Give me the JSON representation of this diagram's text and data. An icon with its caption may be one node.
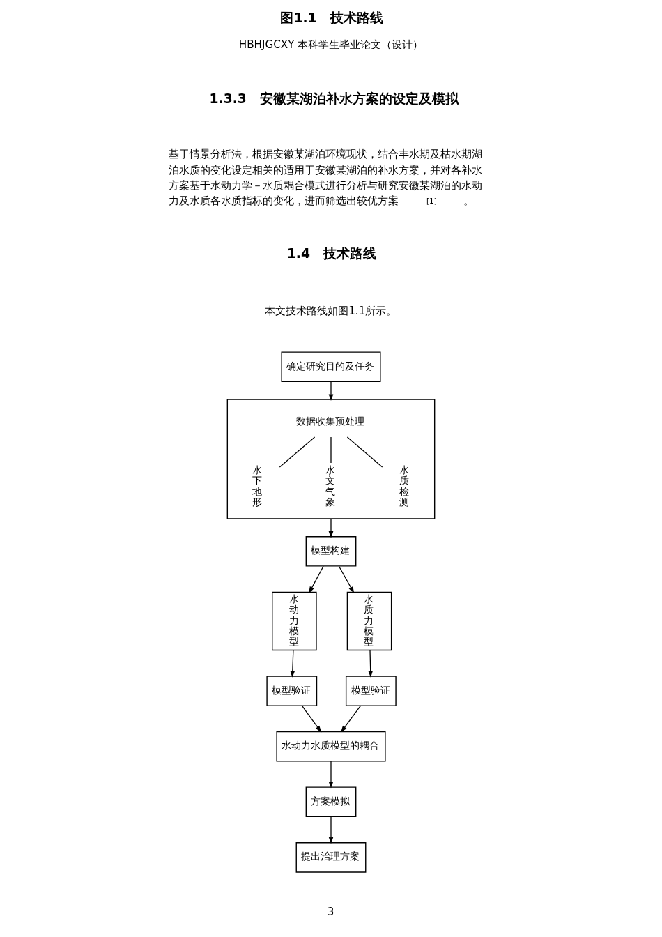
{
  "diagram": {
    "title": "图1.1　技术路线",
    "nodes": [
      {
        "text": [
          "确定研究目的及任务"
        ]
      },
      {
        "text": [],
        "shape": "box"
      },
      {
        "text": [
          "数据收集预处理"
        ],
        "in": 1
      },
      {
        "text": [
          "水下地形"
        ],
        "in": 1
      },
      {
        "text": [
          "水文气象"
        ],
        "in": 1
      },
      {
        "text": [
          "水质检测"
        ],
        "in": 1
      },
      {
        "text": [
          "模型构建"
        ]
      },
      {
        "text": [
          "水动力模型"
        ]
      },
      {
        "text": [
          "水质力模型"
        ]
      },
      {
        "text": [
          "模型验证"
        ]
      },
      {
        "text": [
          "模型验证"
        ]
      },
      {
        "text": [
          "水动力水质模型的耦合"
        ]
      },
      {
        "text": [
          "方案模拟"
        ]
      },
      {
        "text": [
          "提出治理方案"
        ]
      }
    ],
    "edges": [
      {
        "from": 0,
        "to": 1,
        "arrow": "to"
      },
      {
        "from": 2,
        "to": 3,
        "arrow": "none"
      },
      {
        "from": 2,
        "to": 4,
        "arrow": "none"
      },
      {
        "from": 2,
        "to": 5,
        "arrow": "none"
      },
      {
        "from": 1,
        "to": 6,
        "arrow": "to"
      },
      {
        "from": 6,
        "to": 7,
        "arrow": "to"
      },
      {
        "from": 6,
        "to": 8,
        "arrow": "to"
      },
      {
        "from": 7,
        "to": 9,
        "arrow": "to"
      },
      {
        "from": 8,
        "to": 10,
        "arrow": "to"
      },
      {
        "from": 9,
        "to": 11,
        "arrow": "to"
      },
      {
        "from": 10,
        "to": 11,
        "arrow": "to"
      },
      {
        "from": 11,
        "to": 12,
        "arrow": "to"
      },
      {
        "from": 12,
        "to": 13,
        "arrow": "to"
      }
    ],
    "labels": [
      "HBHJGCXY 本科学生毕业论文（设计）",
      "1.3.3　安徽某湖泊补水方案的设定及模拟",
      "基于情景分析法，根据安徽某湖泊环境现状，结合丰水期及枯水期湖泊水质的变化设定相关的适用于安徽某湖泊的补水方案，并对各补水方案基于水动力学－水质耦合模式进行分析与研究安徽某湖泊的水动力及水质各水质指标的变化，进而筛选出较优方案$^{[1]}$。",
      "1.4　技术路线",
      "本文技术路线如图1.1所示。",
      "3"
    ]
  }
}
